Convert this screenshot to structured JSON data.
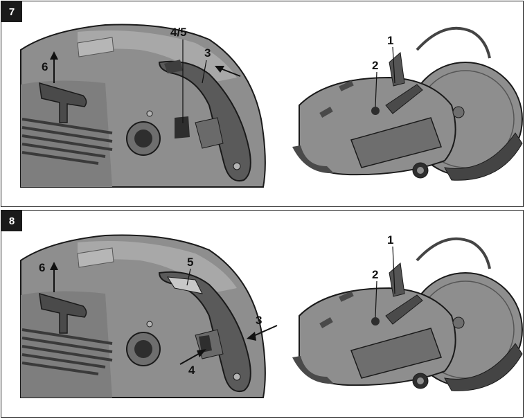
{
  "panels": [
    {
      "number": "7",
      "left_callouts": {
        "a": "6",
        "b": "4/5",
        "c": "3"
      },
      "right_callouts": {
        "a": "1",
        "b": "2"
      }
    },
    {
      "number": "8",
      "left_callouts": {
        "a": "6",
        "b": "5",
        "c": "3",
        "d": "4"
      },
      "right_callouts": {
        "a": "1",
        "b": "2"
      }
    }
  ],
  "colors": {
    "body": "#8e8e8e",
    "body_dark": "#5a5a5a",
    "body_light": "#b4b4b4",
    "outline": "#1a1a1a"
  },
  "icons": [
    "arrow-icon",
    "leader-line"
  ]
}
